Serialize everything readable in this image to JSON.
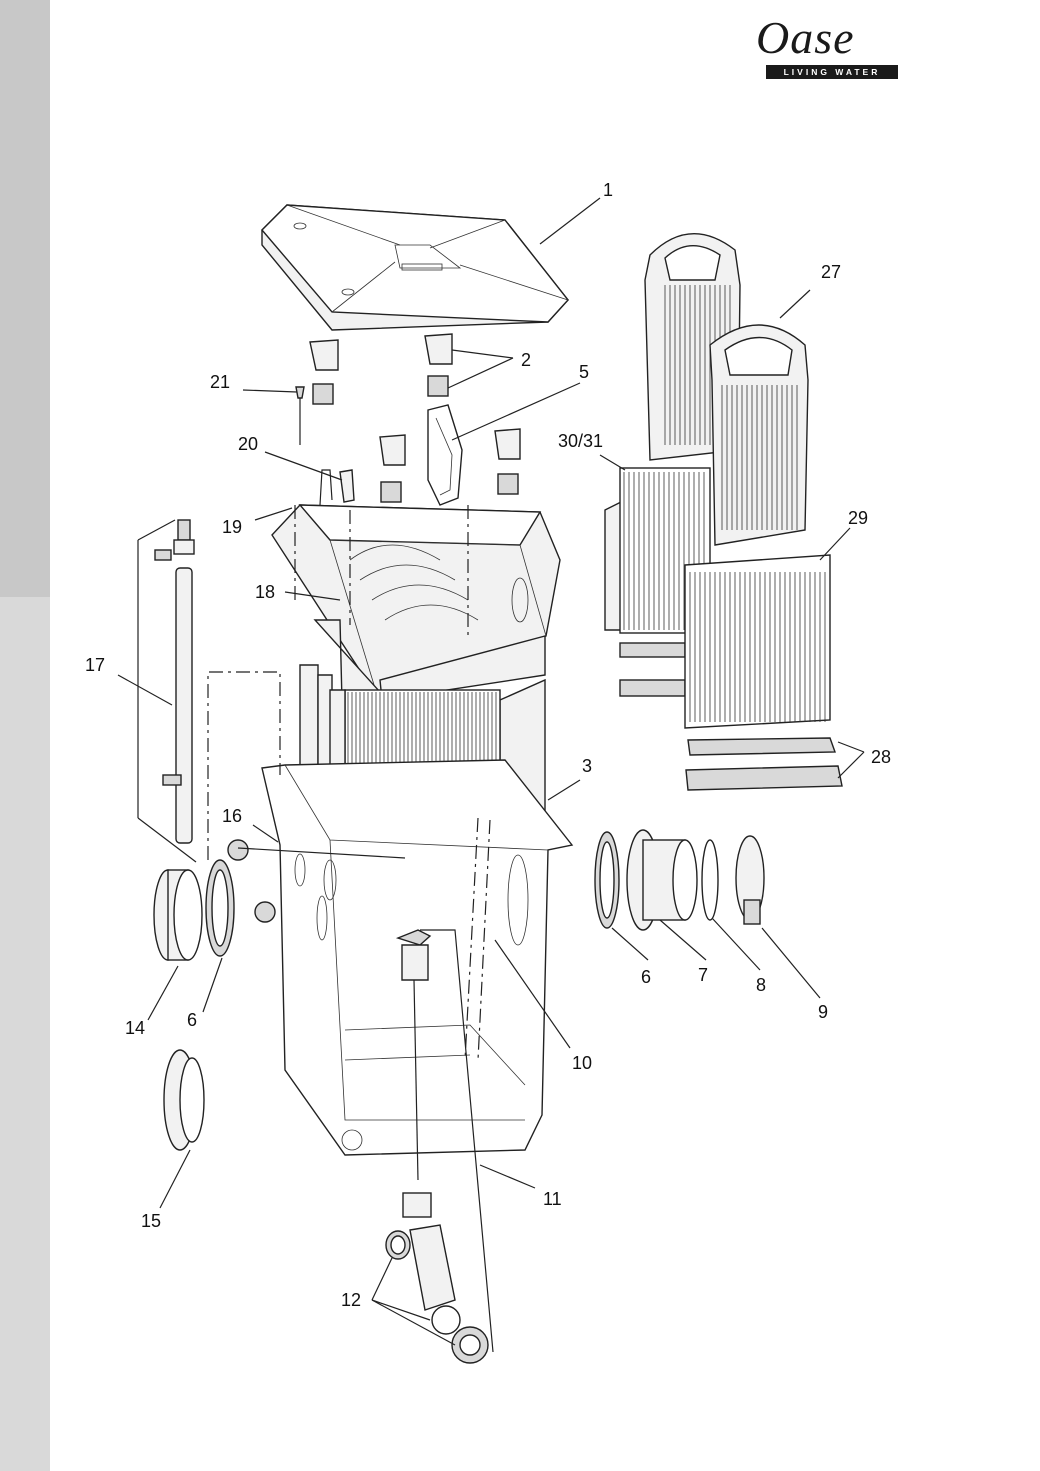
{
  "logo": {
    "word": "Oase",
    "tagline": "LIVING WATER"
  },
  "labels": {
    "p1": "1",
    "p2": "2",
    "p3": "3",
    "p5": "5",
    "p6a": "6",
    "p6b": "6",
    "p7": "7",
    "p8": "8",
    "p9": "9",
    "p10": "10",
    "p11": "11",
    "p12": "12",
    "p14": "14",
    "p15": "15",
    "p16": "16",
    "p17": "17",
    "p18": "18",
    "p19": "19",
    "p20": "20",
    "p21": "21",
    "p27": "27",
    "p28": "28",
    "p29": "29",
    "p3031": "30/31"
  },
  "colors": {
    "sidebar_top": "#c8c8c8",
    "sidebar_bottom": "#d9d9d9",
    "line": "#222222"
  }
}
